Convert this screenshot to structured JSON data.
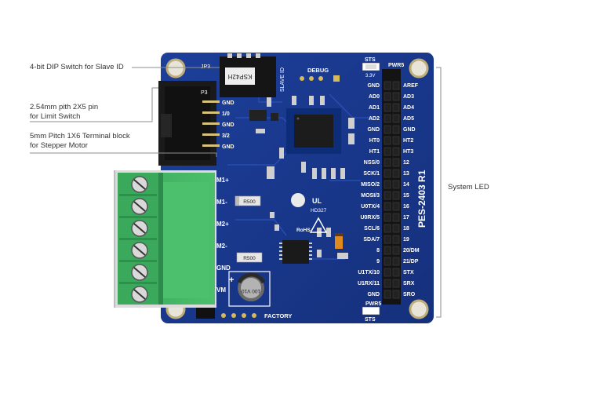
{
  "annotations": {
    "dip_switch": "4-bit DIP Switch for Slave ID",
    "pin_header_line1": "2.54mm pith 2X5 pin",
    "pin_header_line2": "for Limit Switch",
    "terminal_line1": "5mm Pitch 1X6 Terminal block",
    "terminal_line2": "for Stepper Motor",
    "system_led": "System LED"
  },
  "board": {
    "name": "PES-2403 R1",
    "dip_ref": "JP3",
    "dip_text": "KSP42H",
    "slave_id": "SLAVE ID",
    "debug": "DEBUG",
    "factory": "FACTORY",
    "sts": "STS",
    "pwr5": "PWR5",
    "v33": "3.3V",
    "p3": "P3",
    "res1": "R500",
    "res2": "R500",
    "cap_text": "100 V10",
    "cert": "HD327",
    "rohs": "RoHS",
    "limit_pins": [
      "GND",
      "1/0",
      "GND",
      "3/2",
      "GND"
    ],
    "motor_pins": [
      "M1+",
      "M1-",
      "M2+",
      "M2-",
      "GND",
      "VM"
    ],
    "left_pins": [
      "GND",
      "AD0",
      "AD1",
      "AD2",
      "GND",
      "HT0",
      "HT1",
      "NSS/0",
      "SCK/1",
      "MISO/2",
      "MOSI/3",
      "U0TX/4",
      "U0RX/5",
      "SCL/6",
      "SDA/7",
      "8",
      "9",
      "U1TX/10",
      "U1RX/11",
      "GND"
    ],
    "right_pins": [
      "AREF",
      "AD3",
      "AD4",
      "AD5",
      "GND",
      "HT2",
      "HT3",
      "12",
      "13",
      "14",
      "15",
      "16",
      "17",
      "18",
      "19",
      "20/DM",
      "21/DP",
      "STX",
      "SRX",
      "SRO"
    ]
  }
}
